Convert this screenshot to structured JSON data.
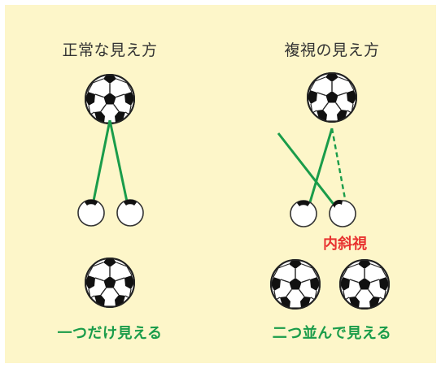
{
  "left_panel": {
    "title": "正常な見え方",
    "caption": "一つだけ見える"
  },
  "right_panel": {
    "title": "複視の見え方",
    "caption": "二つ並んで見える",
    "deviation_label": "内斜視"
  },
  "colors": {
    "background": "#fdf6c9",
    "sight_line": "#1a9c4a",
    "label_red": "#e8322f",
    "ball_outline": "#222222"
  },
  "icons": {
    "ball": "soccer-ball-icon",
    "eye": "eye-icon"
  }
}
